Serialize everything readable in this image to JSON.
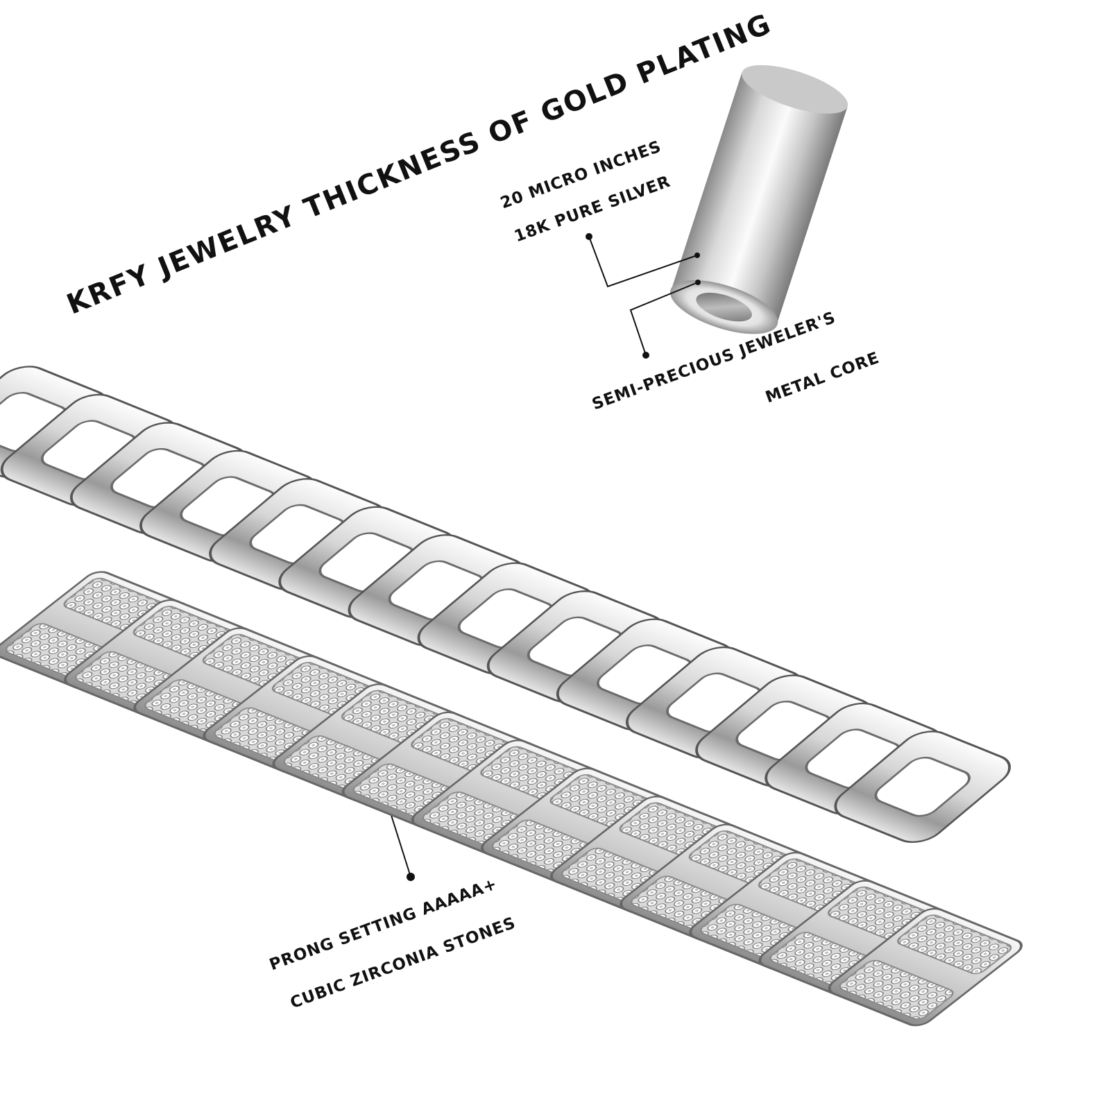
{
  "title": "KRFY JEWELRY THICKNESS OF GOLD PLATING",
  "callouts": {
    "plating": {
      "line1": "20 MICRO INCHES",
      "line2": "18K PURE SILVER"
    },
    "core": {
      "line1": "SEMI-PRECIOUS JEWELER'S",
      "line2": "METAL CORE"
    },
    "stones": {
      "line1": "PRONG SETTING AAAAA+",
      "line2": "CUBIC ZIRCONIA STONES"
    }
  },
  "colors": {
    "background": "#ffffff",
    "text": "#111111",
    "silver_light": "#f4f4f4",
    "silver_mid": "#b9b9b9",
    "silver_dark": "#6e6e6e"
  }
}
